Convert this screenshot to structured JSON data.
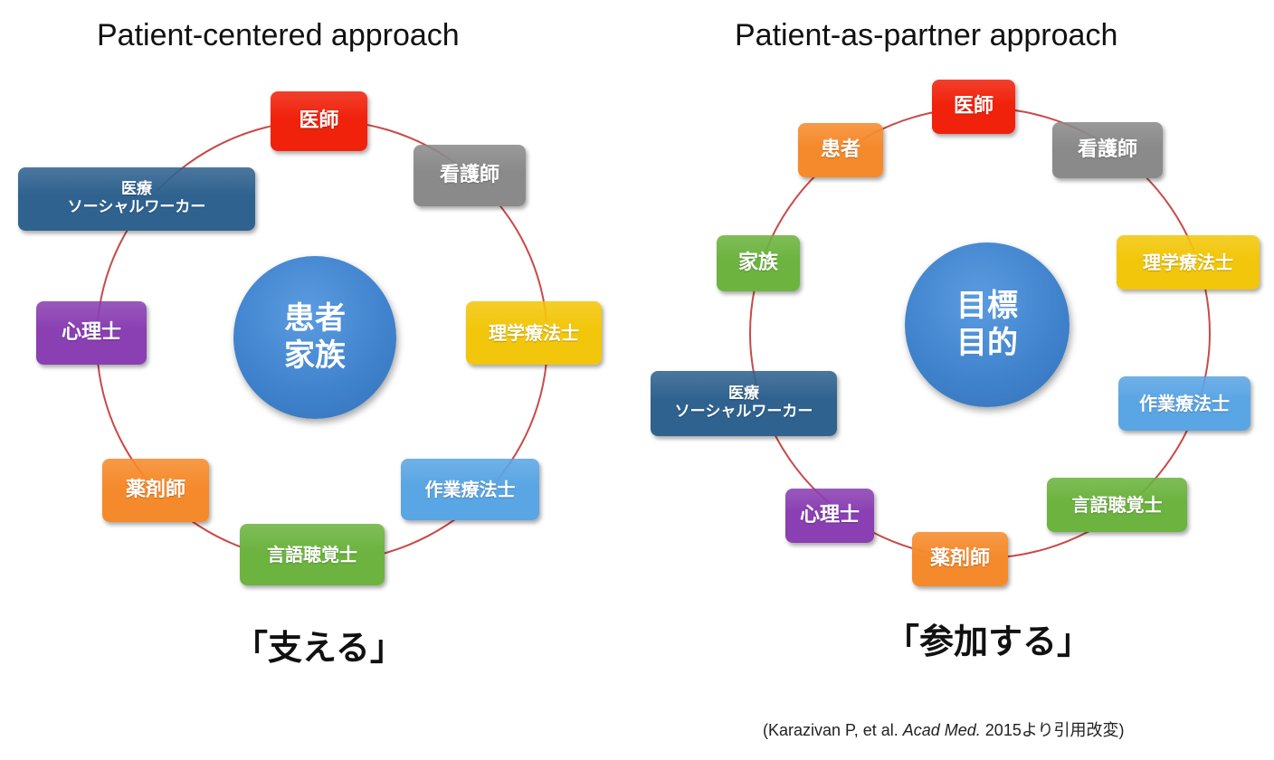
{
  "left": {
    "title": "Patient-centered approach",
    "center_text": "患者\n家族",
    "caption": "「支える」",
    "nodes": [
      {
        "label": "医師",
        "color": "#f0220c"
      },
      {
        "label": "看護師",
        "color": "#8a8a8a"
      },
      {
        "label": "理学療法士",
        "color": "#f2c60a"
      },
      {
        "label": "作業療法士",
        "color": "#5aa5e4"
      },
      {
        "label": "言語聴覚士",
        "color": "#6cb33f"
      },
      {
        "label": "薬剤師",
        "color": "#f58a2c"
      },
      {
        "label": "心理士",
        "color": "#8a3fb2"
      },
      {
        "label": "医療\nソーシャルワーカー",
        "color": "#2f628f"
      }
    ]
  },
  "right": {
    "title": "Patient-as-partner approach",
    "center_text": "目標\n目的",
    "caption": "「参加する」",
    "nodes": [
      {
        "label": "医師",
        "color": "#f0220c"
      },
      {
        "label": "看護師",
        "color": "#8a8a8a"
      },
      {
        "label": "理学療法士",
        "color": "#f2c60a"
      },
      {
        "label": "作業療法士",
        "color": "#5aa5e4"
      },
      {
        "label": "言語聴覚士",
        "color": "#6cb33f"
      },
      {
        "label": "薬剤師",
        "color": "#f58a2c"
      },
      {
        "label": "心理士",
        "color": "#8a3fb2"
      },
      {
        "label": "医療\nソーシャルワーカー",
        "color": "#2f628f"
      },
      {
        "label": "家族",
        "color": "#6cb33f"
      },
      {
        "label": "患者",
        "color": "#f58a2c"
      }
    ]
  },
  "citation": {
    "prefix": "(Karazivan P, et al. ",
    "journal": "Acad Med.",
    "suffix": " 2015より引用改変)"
  },
  "ring_color": "#c94a48"
}
